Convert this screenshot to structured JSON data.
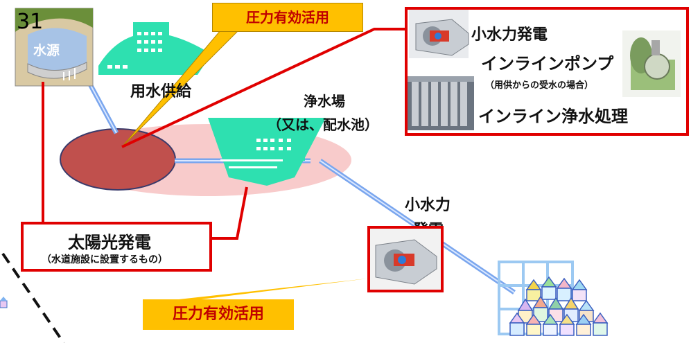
{
  "page_number": "31",
  "source": {
    "label": "水源"
  },
  "water_supply": {
    "label": "用水供給"
  },
  "treatment_plant": {
    "line1": "浄水場",
    "line2": "（又は、配水池）"
  },
  "pressure_callout_top": {
    "label": "圧力有効活用"
  },
  "pressure_callout_bottom": {
    "label": "圧力有効活用"
  },
  "equipment_box": {
    "small_hydro": "小水力発電",
    "inline_pump": "インラインポンプ",
    "inline_pump_note": "（用供からの受水の場合）",
    "inline_treatment": "インライン浄水処理"
  },
  "small_hydro_site": {
    "line1": "小水力",
    "line2": "発電"
  },
  "solar_box": {
    "title": "太陽光発電",
    "note": "（水道施設に設置するもの）"
  },
  "colors": {
    "callout_fill": "#ffc000",
    "callout_text": "#c00000",
    "frame_red": "#e00000",
    "ellipse_dark": "#c0504d",
    "ellipse_light": "#f8cbcb",
    "building_teal": "#2ee0b0",
    "pipe_blue": "#7aa6ee"
  }
}
